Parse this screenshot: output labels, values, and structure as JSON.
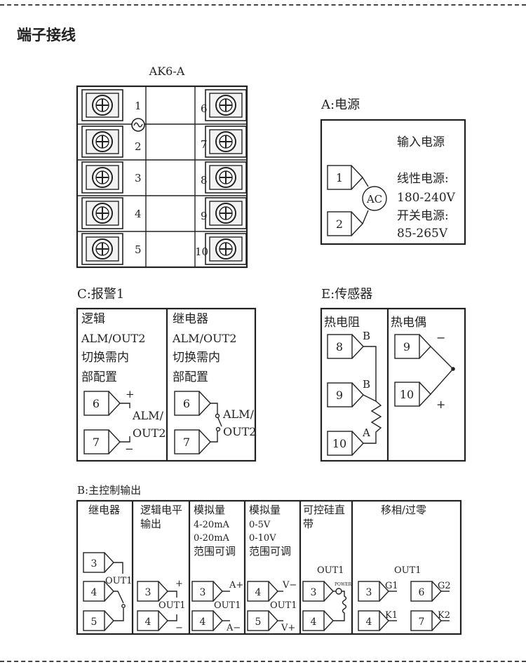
{
  "header": {
    "title": "端子接线"
  },
  "model": "AK6-A",
  "terminal_numbers_left": [
    "1",
    "2",
    "3",
    "4",
    "5"
  ],
  "terminal_numbers_right": [
    "6",
    "7",
    "8",
    "9",
    "10"
  ],
  "power": {
    "title": "A:电源",
    "input_label": "输入电源",
    "term1": "1",
    "term2": "2",
    "ac": "AC",
    "linear_label": "线性电源:",
    "linear_range": "180-240V",
    "switch_label": "开关电源:",
    "switch_range": "85-265V"
  },
  "alarm": {
    "title": "C:报警1",
    "logic": {
      "l1": "逻辑",
      "l2": "ALM/OUT2",
      "l3": "切换需内",
      "l4": "部配置",
      "t6": "6",
      "t7": "7",
      "plus": "+",
      "minus": "−",
      "out_a": "ALM/",
      "out_b": "OUT2"
    },
    "relay": {
      "l1": "继电器",
      "l2": "ALM/OUT2",
      "l3": "切换需内",
      "l4": "部配置",
      "t6": "6",
      "t7": "7",
      "out_a": "ALM/",
      "out_b": "OUT2"
    }
  },
  "sensor": {
    "title": "E:传感器",
    "rtd": {
      "label": "热电阻",
      "t8": "8",
      "t9": "9",
      "t10": "10",
      "b1": "B",
      "b2": "B",
      "a": "A"
    },
    "tc": {
      "label": "热电偶",
      "t9": "9",
      "t10": "10",
      "minus": "−",
      "plus": "+"
    }
  },
  "main_output": {
    "title": "B:主控制输出",
    "relay": {
      "label": "继电器",
      "t3": "3",
      "t4": "4",
      "t5": "5",
      "out": "OUT1"
    },
    "logic": {
      "l1": "逻辑电平",
      "l2": "输出",
      "t3": "3",
      "t4": "4",
      "plus": "+",
      "minus": "−",
      "out": "OUT1"
    },
    "analog_ma": {
      "l1": "模拟量",
      "l2": "4-20mA",
      "l3": "0-20mA",
      "l4": "范围可调",
      "t3": "3",
      "t4": "4",
      "ap": "A+",
      "am": "A−",
      "out": "OUT1"
    },
    "analog_v": {
      "l1": "模拟量",
      "l2": "0-5V",
      "l3": "0-10V",
      "l4": "范围可调",
      "t4": "4",
      "t5": "5",
      "vm": "V−",
      "vp": "V+",
      "out": "OUT1"
    },
    "scr": {
      "l1": "可控硅直",
      "l2": "带",
      "t3": "3",
      "t4": "4",
      "out": "OUT1",
      "power": "POWER"
    },
    "phase": {
      "label": "移相/过零",
      "out": "OUT1",
      "t3": "3",
      "t4": "4",
      "t6": "6",
      "t7": "7",
      "g1": "G1",
      "k1": "K1",
      "g2": "G2",
      "k2": "K2"
    }
  }
}
